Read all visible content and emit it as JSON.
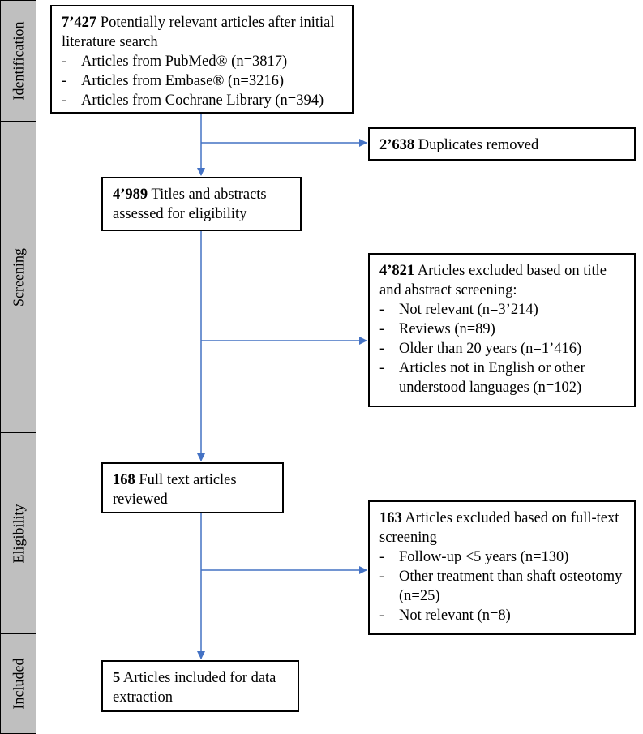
{
  "stages": [
    "Identification",
    "Screening",
    "Eligibility",
    "Included"
  ],
  "boxes": {
    "identification": {
      "count": "7’427",
      "text": " Potentially relevant articles after initial literature search",
      "items": [
        "Articles from PubMed® (n=3817)",
        "Articles from Embase® (n=3216)",
        "Articles from Cochrane Library (n=394)"
      ]
    },
    "duplicates": {
      "count": "2’638",
      "text": " Duplicates removed"
    },
    "titles": {
      "count": "4’989",
      "text": " Titles and abstracts assessed for eligibility"
    },
    "excluded_screening": {
      "count": "4’821",
      "text": " Articles excluded based on title and abstract screening:",
      "items": [
        "Not relevant (n=3’214)",
        "Reviews (n=89)",
        "Older than 20 years (n=1’416)",
        "Articles not in English or other understood languages (n=102)"
      ]
    },
    "fulltext": {
      "count": "168",
      "text": " Full text articles reviewed"
    },
    "excluded_fulltext": {
      "count": "163",
      "text": " Articles excluded based on full-text screening",
      "items": [
        "Follow-up <5 years (n=130)",
        "Other treatment than shaft osteotomy (n=25)",
        "Not relevant (n=8)"
      ]
    },
    "included": {
      "count": "5",
      "text": " Articles included for data extraction"
    }
  },
  "colors": {
    "arrow": "#4472c4",
    "stage_fill": "#bfbfbf"
  }
}
